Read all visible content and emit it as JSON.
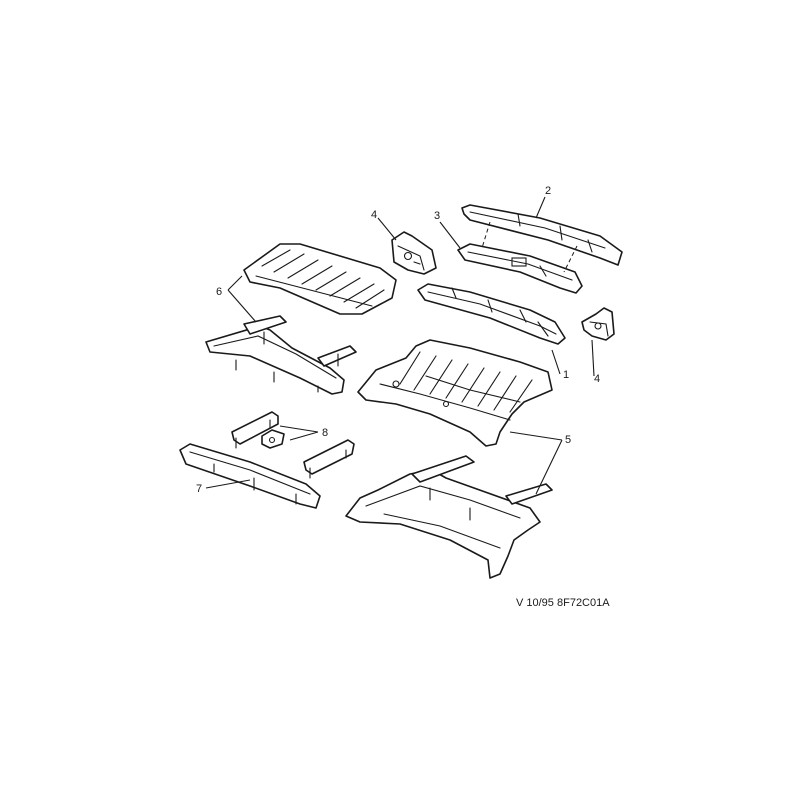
{
  "callouts": {
    "part_1": "1",
    "part_2": "2",
    "part_3": "3",
    "part_4_left": "4",
    "part_4_right": "4",
    "part_5": "5",
    "part_6": "6",
    "part_7": "7",
    "part_8": "8"
  },
  "reference": {
    "version": "V 10/95",
    "code": "8F72C01A"
  }
}
